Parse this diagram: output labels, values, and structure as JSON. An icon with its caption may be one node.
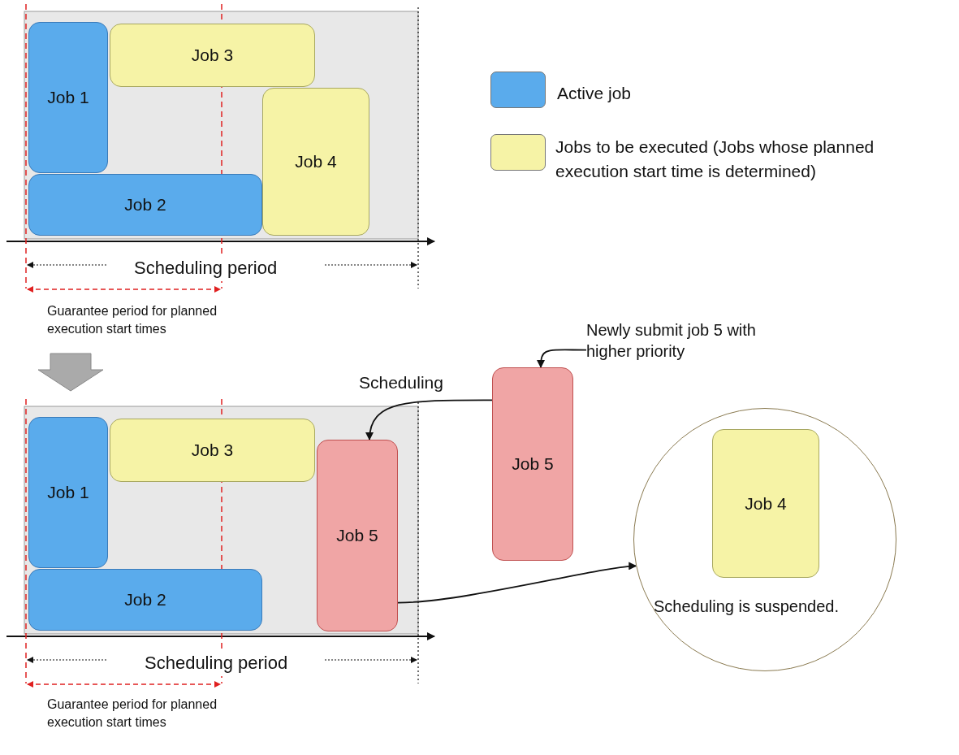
{
  "diagram": {
    "nodes": [
      {
        "text": [
          "Job 1"
        ]
      },
      {
        "text": [
          "Job 3"
        ]
      },
      {
        "text": [
          "Job 4"
        ]
      },
      {
        "text": [
          "Job 2"
        ]
      },
      {
        "text": [
          "Job 1"
        ]
      },
      {
        "text": [
          "Job 3"
        ]
      },
      {
        "text": [
          "Job 5"
        ]
      },
      {
        "text": [
          "Job 2"
        ]
      },
      {
        "text": [
          "Newly submit job 5 with higher priority"
        ]
      },
      {
        "text": [
          "Job 5"
        ]
      },
      {
        "text": [
          "Scheduling is suspended."
        ]
      },
      {
        "text": [
          "Job 4"
        ],
        "in": 10
      }
    ],
    "edges": [
      {
        "from": 8,
        "to": 9,
        "arrow": "to"
      },
      {
        "from": 9,
        "to": 6,
        "label": "Scheduling",
        "arrow": "to"
      },
      {
        "from": 6,
        "to": 10,
        "arrow": "to"
      }
    ],
    "labels": [
      "Scheduling period",
      "Guarantee period for planned execution start times",
      "Scheduling period",
      "Guarantee period for planned execution start times"
    ],
    "legend": [
      {
        "text": "Active job",
        "color": "#5aabec"
      },
      {
        "text": "Jobs to be executed (Jobs whose planned execution start time is determined)",
        "color": "#f6f3a6"
      }
    ]
  }
}
